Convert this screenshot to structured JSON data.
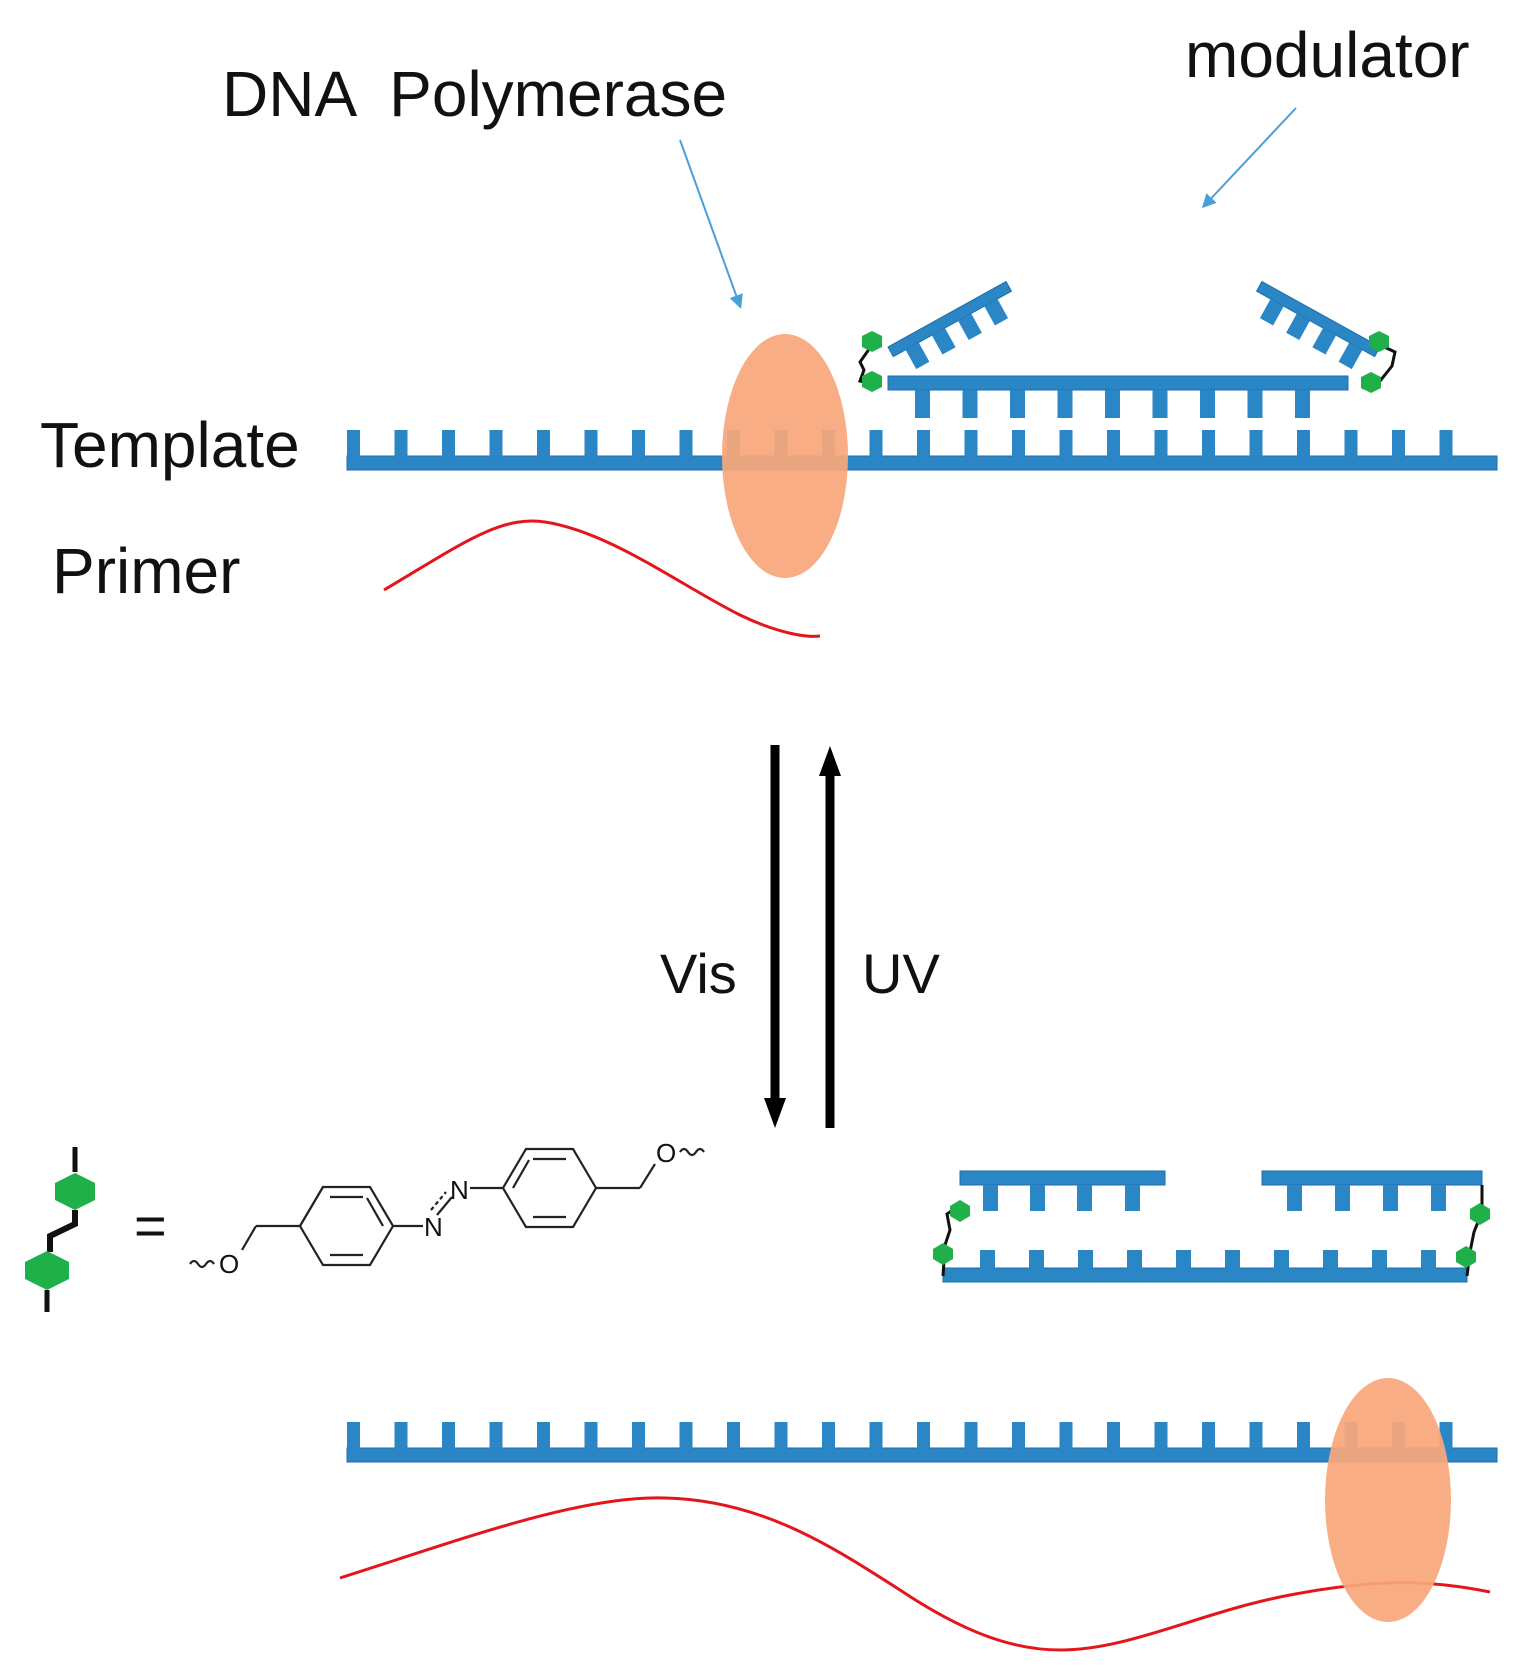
{
  "labels": {
    "dna_polymerase": "DNA  Polymerase",
    "modulator": "modulator",
    "template": "Template",
    "primer": "Primer",
    "vis": "Vis",
    "uv": "UV",
    "equals": "="
  },
  "chemical": {
    "oxygen_left": "O",
    "oxygen_right": "O",
    "nitrogen_top": "N",
    "nitrogen_bottom": "N"
  },
  "colors": {
    "dna_strand": "#2b86c5",
    "dna_strand_edge": "#1a6ea8",
    "polymerase": "#f8a77b",
    "primer": "#e3161b",
    "azobenzene_marker": "#1fb04a",
    "callout_arrow": "#4a9fd8",
    "reaction_arrow": "#000000",
    "text": "#111111"
  },
  "icons": {
    "azobenzene_linker_legend": "azobenzene-linker-icon"
  }
}
